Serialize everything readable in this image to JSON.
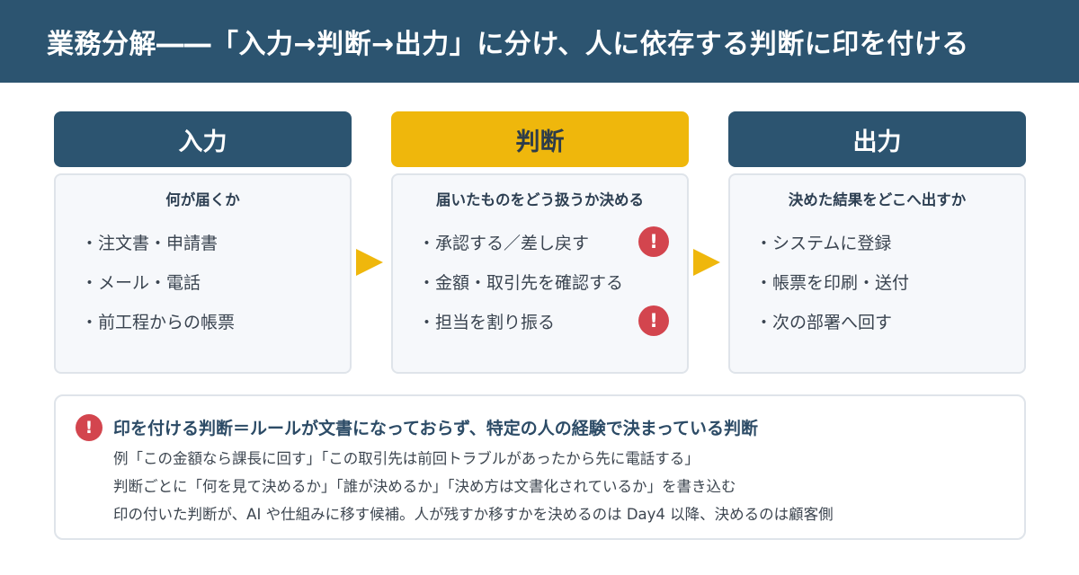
{
  "header": {
    "title": "業務分解――「入力→判断→出力」に分け、人に依存する判断に印を付ける"
  },
  "columns": [
    {
      "heading": "入力",
      "subheading": "何が届くか",
      "items": [
        {
          "text": "・注文書・申請書",
          "flag": false
        },
        {
          "text": "・メール・電話",
          "flag": false
        },
        {
          "text": "・前工程からの帳票",
          "flag": false
        }
      ]
    },
    {
      "heading": "判断",
      "subheading": "届いたものをどう扱うか決める",
      "items": [
        {
          "text": "・承認する／差し戻す",
          "flag": true
        },
        {
          "text": "・金額・取引先を確認する",
          "flag": false
        },
        {
          "text": "・担当を割り振る",
          "flag": true
        }
      ]
    },
    {
      "heading": "出力",
      "subheading": "決めた結果をどこへ出すか",
      "items": [
        {
          "text": "・システムに登録",
          "flag": false
        },
        {
          "text": "・帳票を印刷・送付",
          "flag": false
        },
        {
          "text": "・次の部署へ回す",
          "flag": false
        }
      ]
    }
  ],
  "flag_icon": {
    "name": "exclamation-icon",
    "glyph": "!",
    "color": "#d3454e"
  },
  "colors": {
    "header_bg": "#2c5470",
    "accent": "#efb70c",
    "alert": "#d3454e"
  },
  "note": {
    "title": "印を付ける判断＝ルールが文書になっておらず、特定の人の経験で決まっている判断",
    "lines": [
      "例「この金額なら課長に回す」「この取引先は前回トラブルがあったから先に電話する」",
      "判断ごとに「何を見て決めるか」「誰が決めるか」「決め方は文書化されているか」を書き込む",
      "印の付いた判断が、AI や仕組みに移す候補。人が残すか移すかを決めるのは Day4 以降、決めるのは顧客側"
    ]
  }
}
